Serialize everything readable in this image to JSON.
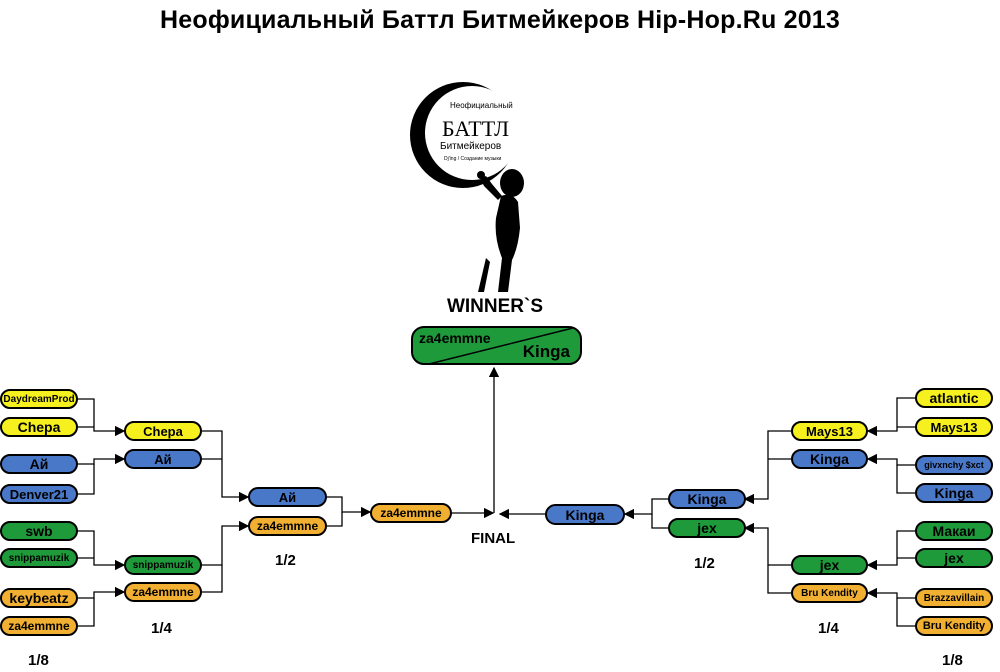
{
  "title": "Неофициальный Баттл Битмейкеров Hip-Hop.Ru 2013",
  "logo": {
    "line1": "Неофициальный",
    "line2": "БАТТЛ",
    "line3": "Битмейкеров",
    "line4": "Dj'ing / Создание музыки",
    "colors": {
      "moon": "#000000",
      "inner": "#ffffff"
    }
  },
  "winner": {
    "heading": "WINNER`S",
    "name_top": "za4emmne",
    "name_bottom": "Kinga"
  },
  "final_label": "FINAL",
  "round_labels": {
    "left_eighth": "1/8",
    "left_quarter": "1/4",
    "left_half": "1/2",
    "right_half": "1/2",
    "right_quarter": "1/4",
    "right_eighth": "1/8"
  },
  "left": {
    "r16": [
      "DaydreamProd",
      "Chepa",
      "Ай",
      "Denver21",
      "swb",
      "snippamuzik",
      "keybeatz",
      "za4emmne"
    ],
    "r8": [
      "Chepa",
      "Ай",
      "snippamuzik",
      "za4emmne"
    ],
    "r4": [
      "Ай",
      "za4emmne"
    ],
    "final": "za4emmne"
  },
  "right": {
    "r16": [
      "atlantic",
      "Mays13",
      "givxnchy $xct",
      "Kinga",
      "Макаи",
      "jex",
      "Brazzavillain",
      "Bru Kendity"
    ],
    "r8": [
      "Mays13",
      "Kinga",
      "jex",
      "Bru Kendity"
    ],
    "r4": [
      "Kinga",
      "jex"
    ],
    "final": "Kinga"
  },
  "colors": {
    "yellow": "#f7f01f",
    "blue": "#4a78c8",
    "green": "#1f9a3a",
    "orange": "#f2b033",
    "line": "#000000"
  }
}
